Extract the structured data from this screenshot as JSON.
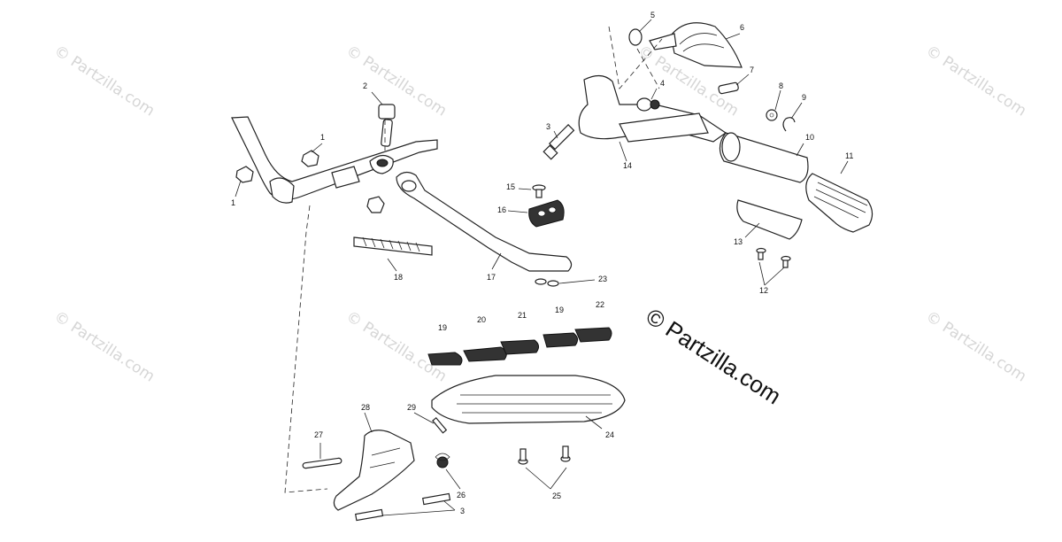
{
  "watermark": {
    "main": "© Partzilla.com",
    "faint": "© Partzilla.com"
  },
  "callouts": {
    "c1a": "1",
    "c1b": "1",
    "c2": "2",
    "c3a": "3",
    "c3b": "3",
    "c4": "4",
    "c5": "5",
    "c6": "6",
    "c7": "7",
    "c8": "8",
    "c9": "9",
    "c10": "10",
    "c11": "11",
    "c12": "12",
    "c13": "13",
    "c14": "14",
    "c15": "15",
    "c16": "16",
    "c17": "17",
    "c18": "18",
    "c19a": "19",
    "c19b": "19",
    "c20": "20",
    "c21": "21",
    "c22": "22",
    "c23": "23",
    "c24": "24",
    "c25": "25",
    "c26": "26",
    "c27": "27",
    "c28": "28",
    "c29": "29"
  },
  "colors": {
    "ink": "#222222",
    "watermark": "#d6d6d6",
    "background": "#ffffff"
  }
}
